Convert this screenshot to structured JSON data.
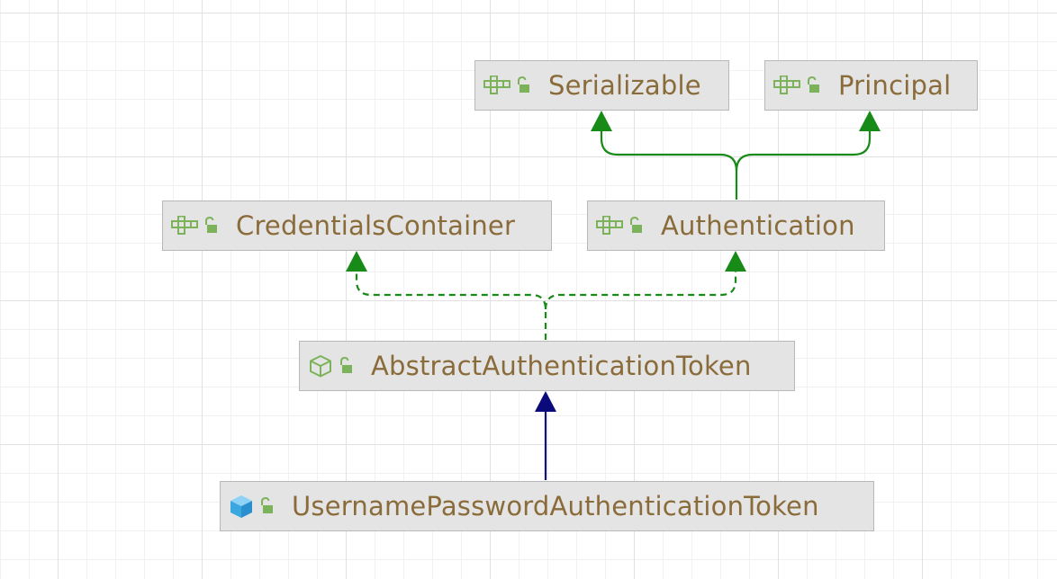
{
  "colors": {
    "extends_interface": "#188a18",
    "implements": "#188a18",
    "extends_class": "#0a0a7a",
    "node_fill": "#e4e4e4",
    "node_border": "#b8b8b8",
    "label": "#8a6b3a",
    "interface_icon": "#7cb35a",
    "lock_icon": "#7cb35a",
    "class_icon_selected": "#3ba7e0"
  },
  "nodes": {
    "serializable": {
      "label": "Serializable",
      "icon": "interface-icon",
      "visibility": "public-lock-icon"
    },
    "principal": {
      "label": "Principal",
      "icon": "interface-icon",
      "visibility": "public-lock-icon"
    },
    "credentials": {
      "label": "CredentialsContainer",
      "icon": "interface-icon",
      "visibility": "public-lock-icon"
    },
    "authentication": {
      "label": "Authentication",
      "icon": "interface-icon",
      "visibility": "public-lock-icon"
    },
    "abstract_token": {
      "label": "AbstractAuthenticationToken",
      "icon": "abstract-class-icon",
      "visibility": "public-lock-icon"
    },
    "upa_token": {
      "label": "UsernamePasswordAuthenticationToken",
      "icon": "class-icon-selected",
      "visibility": "public-lock-icon"
    }
  },
  "edges": [
    {
      "from": "authentication",
      "to": "serializable",
      "kind": "extends-interface",
      "style": "solid",
      "color": "#188a18"
    },
    {
      "from": "authentication",
      "to": "principal",
      "kind": "extends-interface",
      "style": "solid",
      "color": "#188a18"
    },
    {
      "from": "abstract_token",
      "to": "credentials",
      "kind": "implements",
      "style": "dashed",
      "color": "#188a18"
    },
    {
      "from": "abstract_token",
      "to": "authentication",
      "kind": "implements",
      "style": "dashed",
      "color": "#188a18"
    },
    {
      "from": "upa_token",
      "to": "abstract_token",
      "kind": "extends-class",
      "style": "solid",
      "color": "#0a0a7a"
    }
  ]
}
